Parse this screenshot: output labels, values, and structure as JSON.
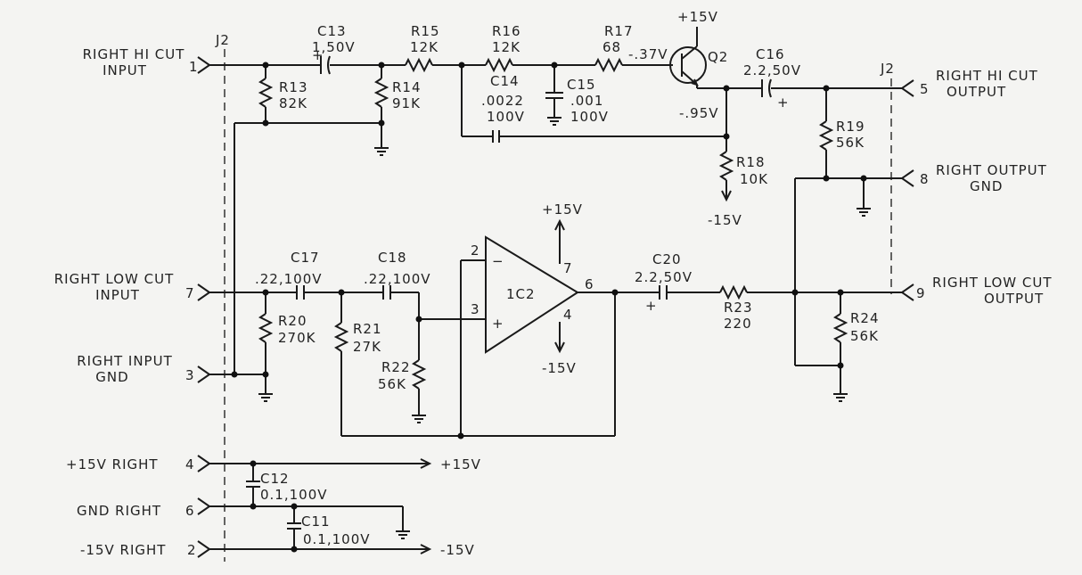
{
  "connector": "J2",
  "ports": {
    "p1": {
      "name": "RIGHT HI CUT",
      "sub": "INPUT",
      "pin": "1"
    },
    "p5": {
      "name": "RIGHT HI CUT",
      "sub": "OUTPUT",
      "pin": "5"
    },
    "p8": {
      "name": "RIGHT OUTPUT",
      "sub": "GND",
      "pin": "8"
    },
    "p7": {
      "name": "RIGHT LOW CUT",
      "sub": "INPUT",
      "pin": "7"
    },
    "p9": {
      "name": "RIGHT LOW CUT",
      "sub": "OUTPUT",
      "pin": "9"
    },
    "p3": {
      "name": "RIGHT INPUT",
      "sub": "GND",
      "pin": "3"
    },
    "p4": {
      "name": "+15V RIGHT",
      "pin": "4"
    },
    "p6": {
      "name": "GND RIGHT",
      "pin": "6"
    },
    "p2": {
      "name": "-15V RIGHT",
      "pin": "2"
    }
  },
  "components": {
    "C13": {
      "ref": "C13",
      "val": "1,50V"
    },
    "R15": {
      "ref": "R15",
      "val": "12K"
    },
    "R16": {
      "ref": "R16",
      "val": "12K"
    },
    "R17": {
      "ref": "R17",
      "val": "68"
    },
    "Q2": {
      "ref": "Q2"
    },
    "C16": {
      "ref": "C16",
      "val": "2.2,50V"
    },
    "R13": {
      "ref": "R13",
      "val": "82K"
    },
    "R14": {
      "ref": "R14",
      "val": "91K"
    },
    "C14": {
      "ref": "C14",
      "val": ".0022",
      "val2": "100V"
    },
    "C15": {
      "ref": "C15",
      "val": ".001",
      "val2": "100V"
    },
    "R18": {
      "ref": "R18",
      "val": "10K"
    },
    "R19": {
      "ref": "R19",
      "val": "56K"
    },
    "C17": {
      "ref": "C17",
      "val": ".22,100V"
    },
    "C18": {
      "ref": "C18",
      "val": ".22,100V"
    },
    "R20": {
      "ref": "R20",
      "val": "270K"
    },
    "R21": {
      "ref": "R21",
      "val": "27K"
    },
    "R22": {
      "ref": "R22",
      "val": "56K"
    },
    "IC2": {
      "ref": "1C2"
    },
    "C20": {
      "ref": "C20",
      "val": "2.2,50V"
    },
    "R23": {
      "ref": "R23",
      "val": "220"
    },
    "R24": {
      "ref": "R24",
      "val": "56K"
    },
    "C12": {
      "ref": "C12",
      "val": "0.1,100V"
    },
    "C11": {
      "ref": "C11",
      "val": "0.1,100V"
    }
  },
  "nodes": {
    "q2_supply": "+15V",
    "q2_base": "-.37V",
    "q2_emitter": "-.95V",
    "r18_supply": "-15V",
    "ic_vplus": "+15V",
    "ic_vminus": "-15V",
    "rail_pos": "+15V",
    "rail_neg": "-15V",
    "ic_pin2": "2",
    "ic_pin3": "3",
    "ic_pin6": "6",
    "ic_pin7": "7",
    "ic_pin4": "4",
    "minus_sign": "−",
    "plus_sign": "+",
    "polarity": "+"
  }
}
